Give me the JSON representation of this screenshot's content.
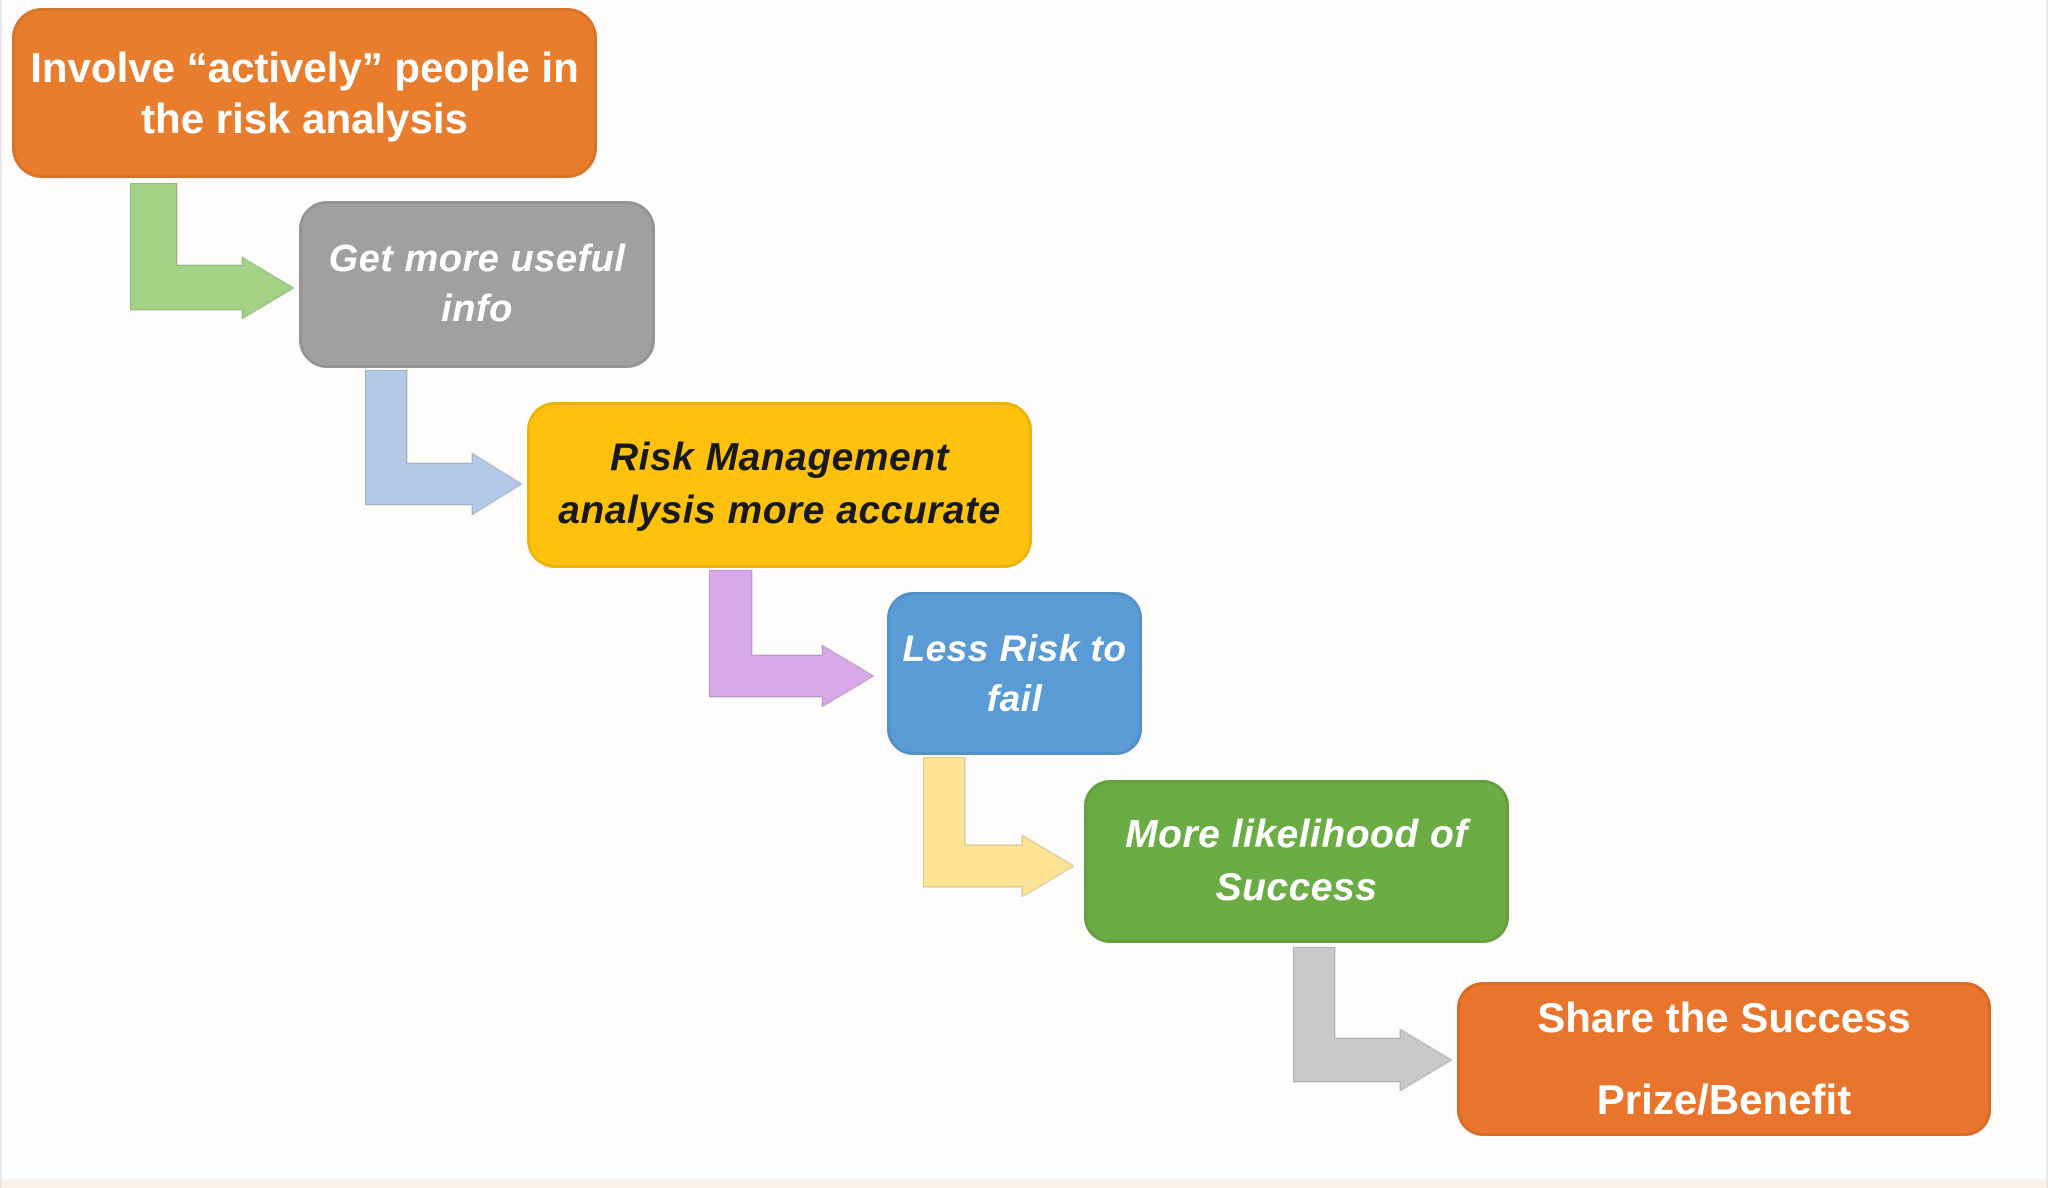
{
  "canvas": {
    "background": "#FDFCFA"
  },
  "diagram": {
    "nodes": [
      {
        "id": "involve-people",
        "lines": [
          "Involve “actively” people in",
          "the risk analysis"
        ],
        "fill": "#E87D2E",
        "text_color": "#FFFFFF",
        "text_style": "bold"
      },
      {
        "id": "get-useful-info",
        "lines": [
          "Get more  useful",
          "info"
        ],
        "fill": "#A0A0A0",
        "text_color": "#FFFFFF",
        "text_style": "italic"
      },
      {
        "id": "risk-management-accurate",
        "lines": [
          "Risk Management",
          "analysis more accurate"
        ],
        "fill": "#FEC10D",
        "text_color": "#191919",
        "text_style": "italic"
      },
      {
        "id": "less-risk-to-fail",
        "lines": [
          "Less Risk to",
          "fail"
        ],
        "fill": "#5B9BD5",
        "text_color": "#FFFFFF",
        "text_style": "italic"
      },
      {
        "id": "more-likelihood-success",
        "lines": [
          "More likelihood of",
          "Success"
        ],
        "fill": "#6CAC44",
        "text_color": "#FFFFFF",
        "text_style": "italic"
      },
      {
        "id": "share-success",
        "lines": [
          "Share the Success",
          "Prize/Benefit"
        ],
        "fill": "#E8752B",
        "text_color": "#FFFFFF",
        "text_style": "bold"
      }
    ],
    "connectors": [
      {
        "from": "involve-people",
        "to": "get-useful-info",
        "color": "#A3D284"
      },
      {
        "from": "get-useful-info",
        "to": "risk-management-accurate",
        "color": "#B3C9E8"
      },
      {
        "from": "risk-management-accurate",
        "to": "less-risk-to-fail",
        "color": "#D9A8E8"
      },
      {
        "from": "less-risk-to-fail",
        "to": "more-likelihood-success",
        "color": "#FFE394"
      },
      {
        "from": "more-likelihood-success",
        "to": "share-success",
        "color": "#C8C8C8"
      }
    ]
  }
}
